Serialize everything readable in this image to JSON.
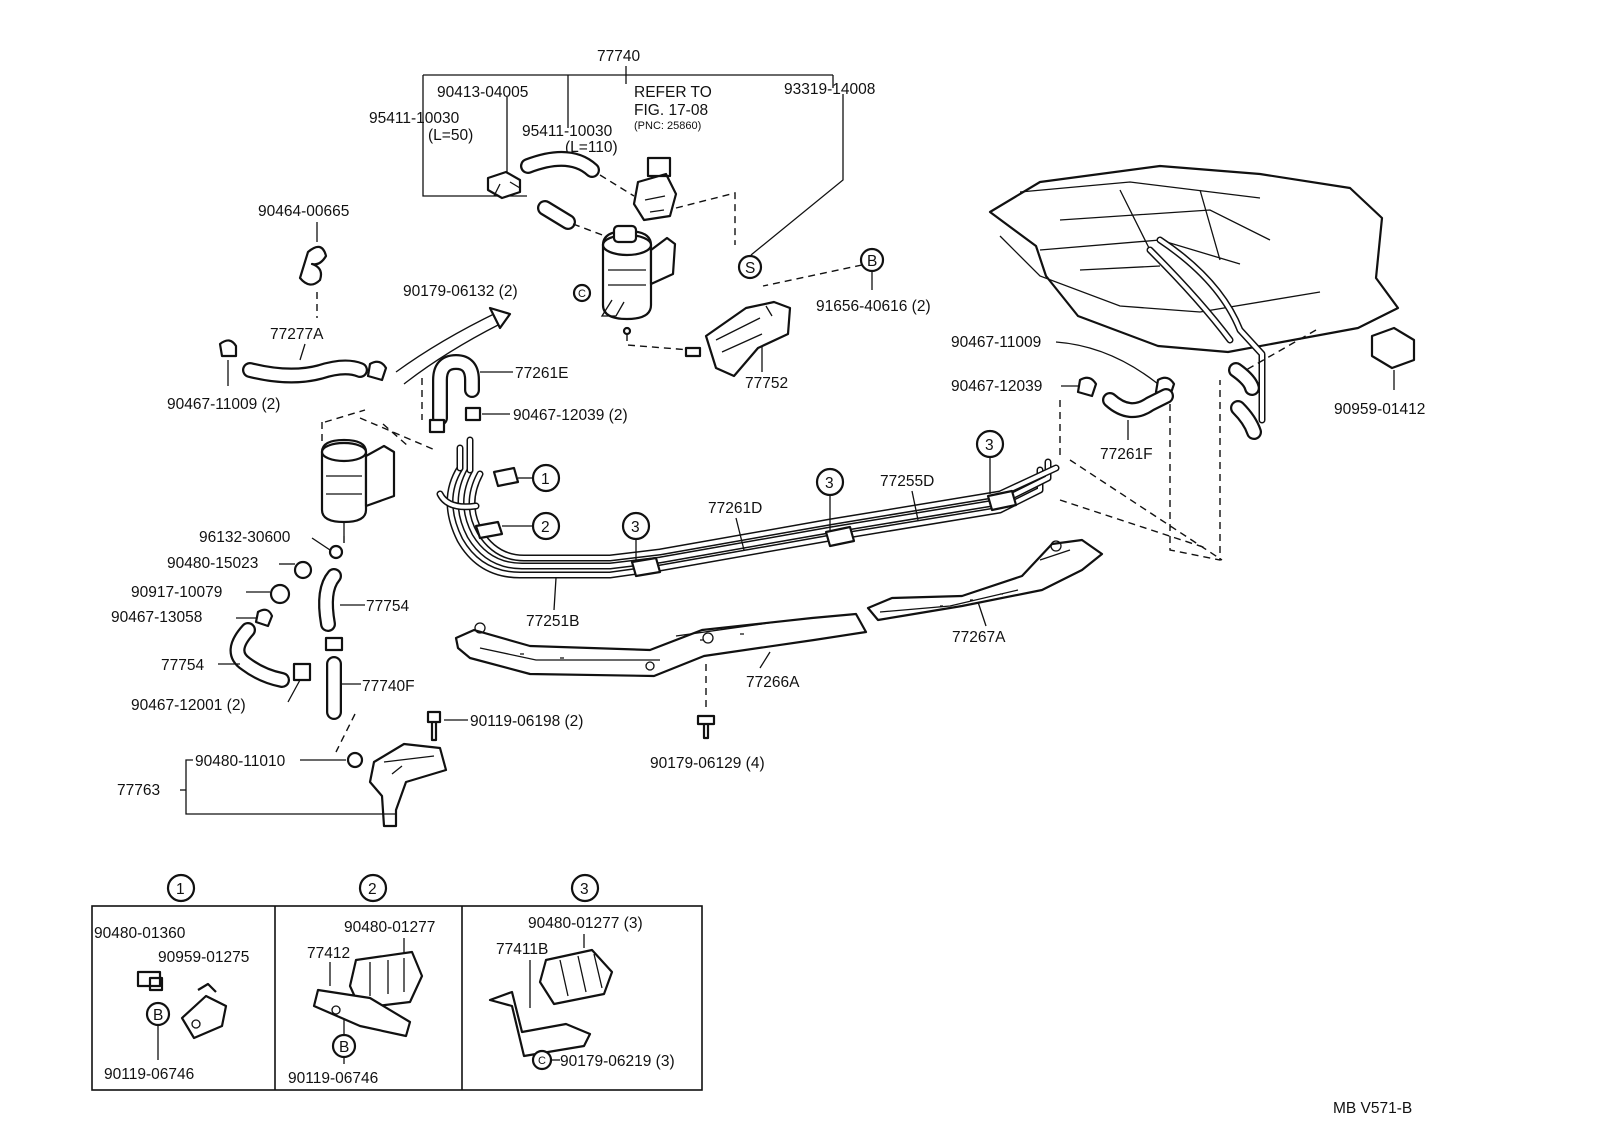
{
  "diagram": {
    "ref_code": "MB V571-B",
    "assembly": {
      "number": "77740",
      "refer_to": "REFER TO",
      "fig": "FIG. 17-08",
      "pnc": "(PNC: 25860)"
    },
    "labels": {
      "p90413": "90413-04005",
      "p95411a": "95411-10030",
      "p95411a_len": "(L=50)",
      "p95411b": "95411-10030",
      "p95411b_len": "(L=110)",
      "p93319": "93319-14008",
      "p90464": "90464-00665",
      "p90179_132": "90179-06132 (2)",
      "p91656": "91656-40616 (2)",
      "p77277A": "77277A",
      "p77261E": "77261E",
      "p90467_11009_2": "90467-11009 (2)",
      "p90467_12039_2": "90467-12039 (2)",
      "p77752": "77752",
      "p90467_11009": "90467-11009",
      "p90467_12039": "90467-12039",
      "p77261F": "77261F",
      "p90959_01412": "90959-01412",
      "p96132": "96132-30600",
      "p90480_15023": "90480-15023",
      "p90917": "90917-10079",
      "p90467_13058": "90467-13058",
      "p77754a": "77754",
      "p77754b": "77754",
      "p90467_12001": "90467-12001 (2)",
      "p77740F": "77740F",
      "p90119_198": "90119-06198 (2)",
      "p90480_11010": "90480-11010",
      "p77763": "77763",
      "p77261D": "77261D",
      "p77255D": "77255D",
      "p77251B": "77251B",
      "p77266A": "77266A",
      "p77267A": "77267A",
      "p90179_129": "90179-06129 (4)"
    },
    "callouts": {
      "one": "1",
      "two": "2",
      "three": "3",
      "S": "S",
      "B": "B",
      "C": "C"
    },
    "detail_1": {
      "a": "90480-01360",
      "b": "90959-01275",
      "c": "90119-06746"
    },
    "detail_2": {
      "a": "90480-01277",
      "b": "77412",
      "c": "90119-06746"
    },
    "detail_3": {
      "a": "90480-01277 (3)",
      "b": "77411B",
      "c": "90179-06219 (3)"
    }
  }
}
